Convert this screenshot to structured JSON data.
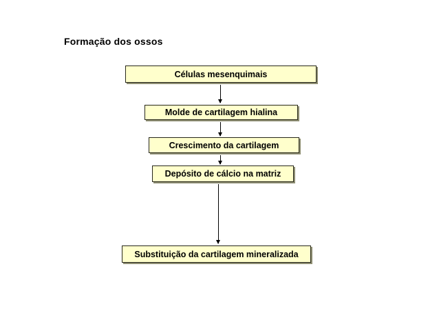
{
  "title": "Formação dos ossos",
  "flowchart": {
    "boxes": [
      {
        "label": "Células mesenquimais"
      },
      {
        "label": "Molde de cartilagem hialina"
      },
      {
        "label": "Crescimento da cartilagem"
      },
      {
        "label": "Depósito de cálcio na matriz"
      },
      {
        "label": "Substituição da cartilagem mineralizada"
      }
    ],
    "arrows": [
      {
        "from": 0,
        "to": 1,
        "direction": "down"
      },
      {
        "from": 1,
        "to": 2,
        "direction": "down"
      },
      {
        "from": 2,
        "to": 3,
        "direction": "down"
      },
      {
        "from": 3,
        "to": 4,
        "direction": "down",
        "style": "long"
      }
    ],
    "colors": {
      "background": "#FFFFFF",
      "box_fill": "#FFFFCC",
      "box_border": "#26261A",
      "box_shadow": "#8F8F73",
      "arrow": "#000000",
      "title_text": "#000000"
    }
  }
}
